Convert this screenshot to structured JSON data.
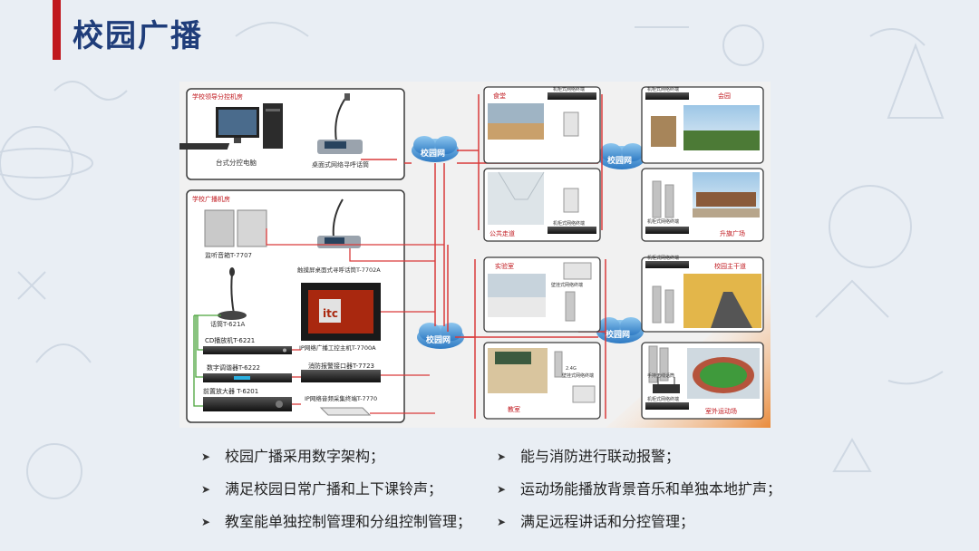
{
  "slide": {
    "title": "校园广播"
  },
  "diagram": {
    "rooms": {
      "control_room": "学校领导分控机房",
      "broadcast_room": "学校广播机房",
      "canteen": "食堂",
      "corridor": "公共走道",
      "lab": "实验室",
      "classroom": "教室",
      "auditorium": "会园",
      "flag_square": "升旗广场",
      "main_road": "校园主干道",
      "playground": "室外运动场"
    },
    "devices": {
      "desktop_pc": "台式分控电脑",
      "desk_mic_call": "桌面式网络寻呼话筒",
      "monitor_speaker": "监听音箱T-7707",
      "touch_mic": "触摸屏桌面式寻呼话筒T-7702A",
      "mic": "话筒T-621A",
      "cd_player": "CD播放机T-6221",
      "tuner": "数字调谐器T-6222",
      "preamp": "前置放大器 T-6201",
      "ip_host": "IP网络广播工控主机T-7700A",
      "fire_interface": "消防报警接口器T-7723",
      "ip_collector": "IP网络音频采集终端T-7770",
      "rack_terminal": "机柜式网络终端",
      "wall_terminal": "壁挂式网络终端",
      "wireless_mic": "手持无线话筒",
      "wireless_band": "2.4G",
      "itc_logo": "itc"
    },
    "network_label": "校园网"
  },
  "bullets_left": [
    "校园广播采用数字架构；",
    "满足校园日常广播和上下课铃声；",
    "教室能单独控制管理和分组控制管理；"
  ],
  "bullets_right": [
    "能与消防进行联动报警；",
    "运动场能播放背景音乐和单独本地扩声；",
    "满足远程讲话和分控管理；"
  ],
  "bullet_marker": "➤"
}
